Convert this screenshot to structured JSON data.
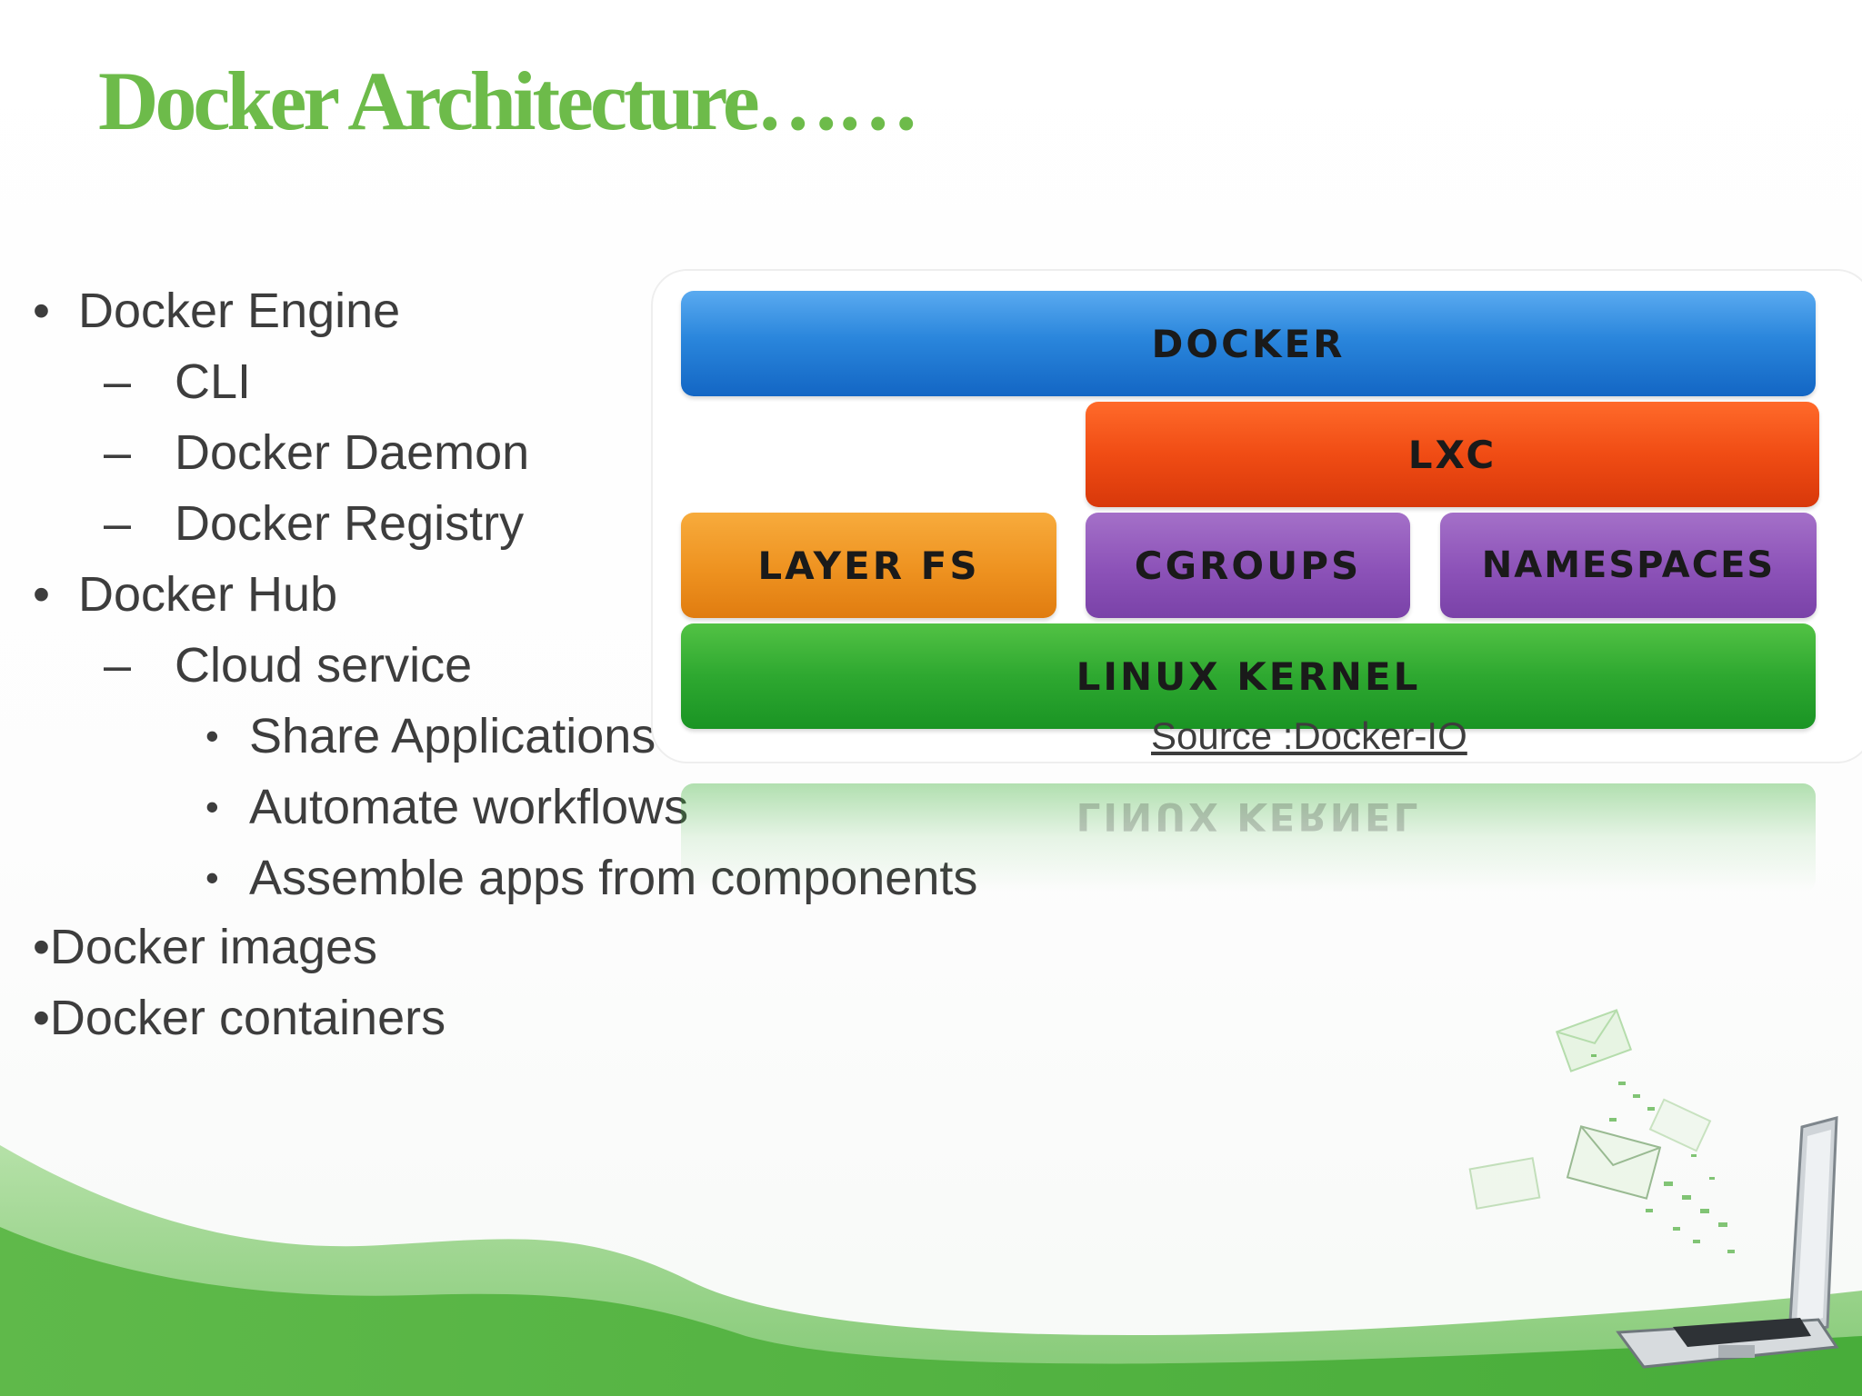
{
  "slide": {
    "title": "Docker Architecture……"
  },
  "bullets": [
    {
      "marker": "•",
      "text": "Docker Engine"
    },
    {
      "marker": "–",
      "text": "CLI"
    },
    {
      "marker": "–",
      "text": "Docker Daemon"
    },
    {
      "marker": "–",
      "text": "Docker Registry"
    },
    {
      "marker": "•",
      "text": "Docker Hub"
    },
    {
      "marker": "–",
      "text": "Cloud service"
    },
    {
      "marker": "•",
      "text": "Share Applications"
    },
    {
      "marker": "•",
      "text": "Automate workflows"
    },
    {
      "marker": "•",
      "text": "Assemble apps from components"
    },
    {
      "marker": "",
      "text": "•Docker images"
    },
    {
      "marker": "",
      "text": "•Docker containers"
    }
  ],
  "diagram": {
    "docker": "DOCKER",
    "lxc": "LXC",
    "layer_fs": "LAYER FS",
    "cgroups": "CGROUPS",
    "namespaces": "NAMESPACES",
    "linux_kernel": "LINUX KERNEL",
    "reflection_text": "LINUX KERNEL",
    "colors": {
      "docker": "#2a86dc",
      "lxc": "#f04c14",
      "layer_fs": "#ee9220",
      "cgroups": "#8c52b8",
      "namespaces": "#8c52b8",
      "linux_kernel": "#2ea830"
    }
  },
  "source": {
    "link_text": "Source :Docker-IO"
  },
  "theme": {
    "title_color": "#6dbb4a",
    "text_color": "#3d3d3d",
    "wave_color": "#5cb848"
  }
}
